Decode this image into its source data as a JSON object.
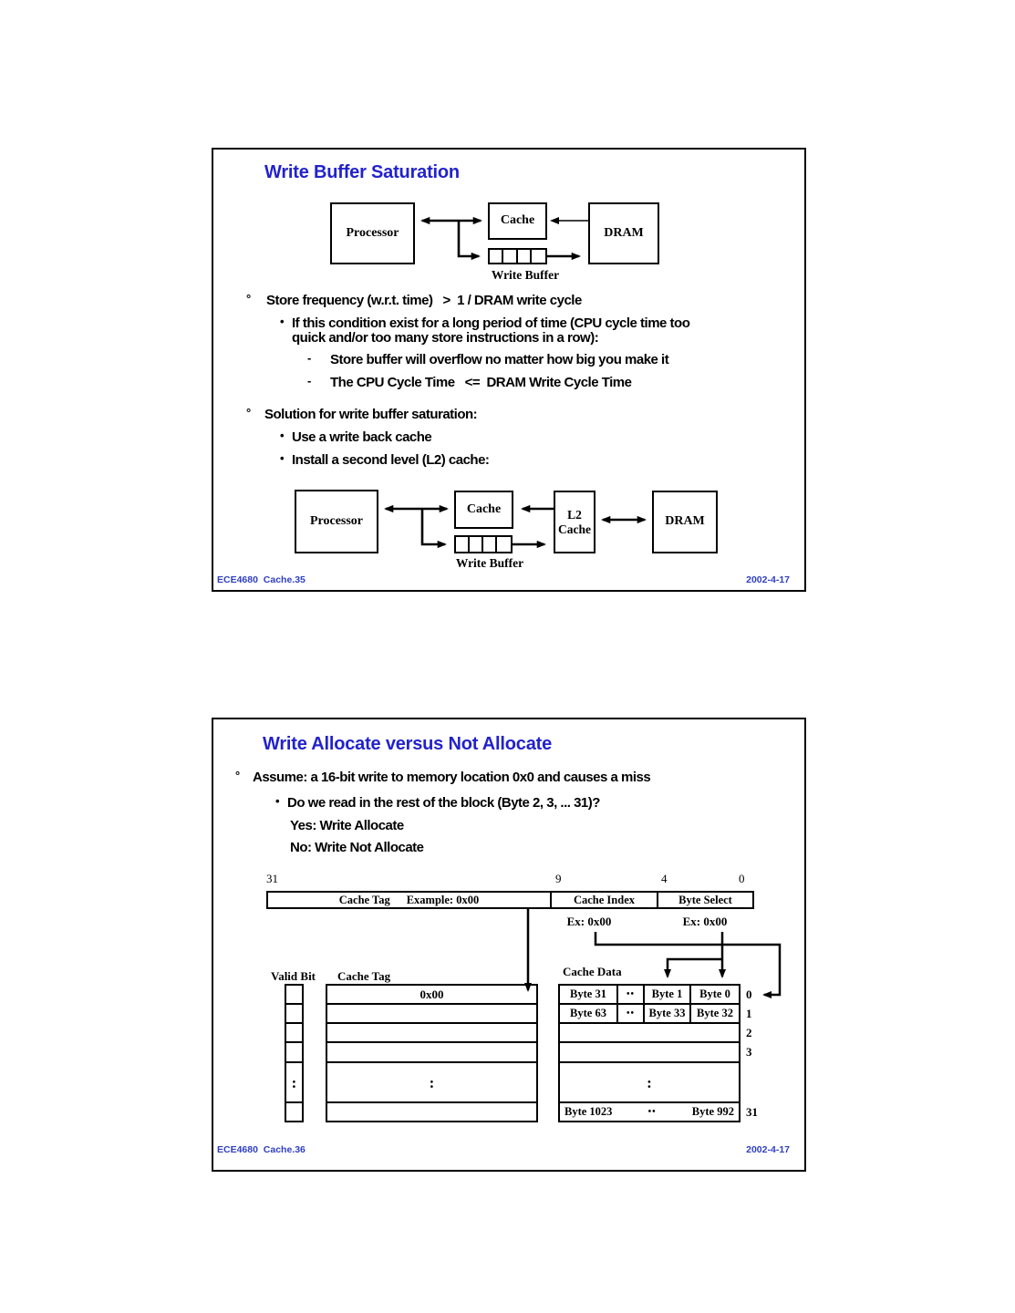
{
  "colors": {
    "title_blue": "#2222cc",
    "footer_blue": "#2e3fc2",
    "ink": "#000000"
  },
  "slide1": {
    "title": "Write Buffer Saturation",
    "diagram_top": {
      "processor": "Processor",
      "cache": "Cache",
      "dram": "DRAM",
      "write_buffer": "Write Buffer"
    },
    "bullets": [
      {
        "marker": "°",
        "text": "Store frequency (w.r.t. time)   >  1 / DRAM write cycle"
      },
      {
        "marker": "•",
        "text": "If this condition exist for a long period of time (CPU cycle time too\nquick and/or too many store instructions in a row):"
      },
      {
        "marker": "-",
        "text": "Store buffer will overflow no matter how big you make it"
      },
      {
        "marker": "-",
        "text": "The CPU Cycle Time   <=  DRAM Write Cycle Time"
      },
      {
        "marker": "°",
        "text": "Solution for write buffer saturation:"
      },
      {
        "marker": "•",
        "text": "Use a write back cache"
      },
      {
        "marker": "•",
        "text": "Install a second level (L2) cache:"
      }
    ],
    "diagram_bottom": {
      "processor": "Processor",
      "cache": "Cache",
      "l2": "L2\nCache",
      "dram": "DRAM",
      "write_buffer": "Write Buffer"
    },
    "footer": {
      "left": "ECE4680  Cache.35",
      "right": "2002-4-17"
    }
  },
  "slide2": {
    "title": "Write Allocate versus Not Allocate",
    "bullets": [
      {
        "marker": "°",
        "text": "Assume: a 16-bit write to memory location 0x0 and causes a miss"
      },
      {
        "marker": "•",
        "text": "Do we read in the rest of the block (Byte 2, 3, ... 31)?"
      },
      {
        "marker": "",
        "text": "Yes: Write Allocate"
      },
      {
        "marker": "",
        "text": "No: Write Not Allocate"
      }
    ],
    "address": {
      "bits": [
        "31",
        "9",
        "4",
        "0"
      ],
      "tag_label": "Cache Tag",
      "tag_example": "Example: 0x00",
      "index_label": "Cache Index",
      "select_label": "Byte Select",
      "ex_index": "Ex: 0x00",
      "ex_select": "Ex: 0x00"
    },
    "cache": {
      "valid_bit_label": "Valid Bit",
      "cache_tag_label": "Cache Tag",
      "cache_data_label": "Cache Data",
      "tag_row0": "0x00",
      "data_rows": {
        "row0": [
          "Byte 31",
          "••",
          "Byte 1",
          "Byte 0"
        ],
        "row1": [
          "Byte 63",
          "••",
          "Byte 33",
          "Byte 32"
        ],
        "row31": [
          "Byte 1023",
          "••",
          "Byte 992"
        ]
      },
      "row_numbers": [
        "0",
        "1",
        "2",
        "3",
        "31"
      ],
      "vdots": ":"
    },
    "footer": {
      "left": "ECE4680  Cache.36",
      "right": "2002-4-17"
    }
  }
}
